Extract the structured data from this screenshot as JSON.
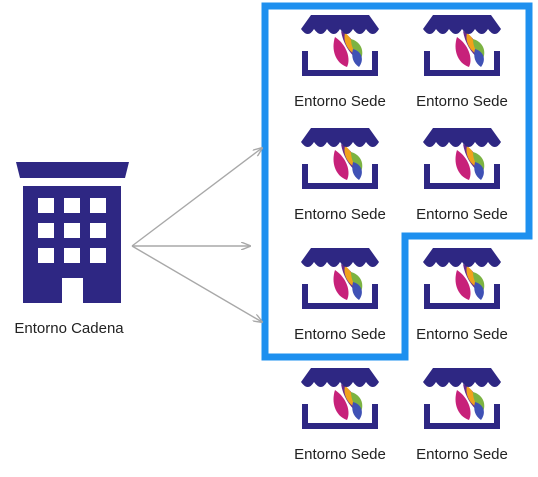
{
  "chain": {
    "label": "Entorno Cadena",
    "icon": "office-building-icon"
  },
  "stores": [
    {
      "label": "Entorno Sede",
      "icon": "storefront-icon",
      "selected": true
    },
    {
      "label": "Entorno Sede",
      "icon": "storefront-icon",
      "selected": true
    },
    {
      "label": "Entorno Sede",
      "icon": "storefront-icon",
      "selected": true
    },
    {
      "label": "Entorno Sede",
      "icon": "storefront-icon",
      "selected": true
    },
    {
      "label": "Entorno Sede",
      "icon": "storefront-icon",
      "selected": true
    },
    {
      "label": "Entorno Sede",
      "icon": "storefront-icon",
      "selected": false
    },
    {
      "label": "Entorno Sede",
      "icon": "storefront-icon",
      "selected": false
    },
    {
      "label": "Entorno Sede",
      "icon": "storefront-icon",
      "selected": false
    }
  ],
  "colors": {
    "building": "#2e2783",
    "awning": "#2e2783",
    "selection_border": "#1e90ef",
    "arrow": "#a8a8a8",
    "leaf_magenta": "#c7217a",
    "leaf_orange": "#f0a21c",
    "leaf_green": "#7cb342",
    "leaf_blue": "#3f51b5",
    "leaf_purple": "#6a2b8a"
  }
}
